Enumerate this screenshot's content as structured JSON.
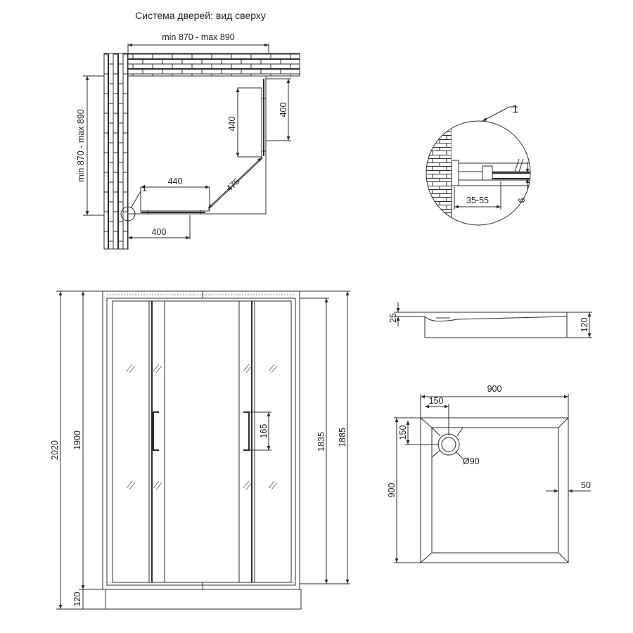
{
  "top_view": {
    "title": "Система дверей: вид сверху",
    "width_dim": "min 870 - max 890",
    "height_dim": "min 870 - max 890",
    "door_len_v": "440",
    "door_len_h": "440",
    "fixed_v": "400",
    "fixed_h": "400",
    "diagonal": "475",
    "callout": "1"
  },
  "detail": {
    "callout": "1",
    "adjust_range": "35-55",
    "glass_thickness": "6"
  },
  "front_view": {
    "overall_height": "2020",
    "frame_height": "1900",
    "tray_height": "120",
    "handle_length": "165",
    "door_height": "1835",
    "rail_height": "1885"
  },
  "tray_side": {
    "depth": "25",
    "height": "120"
  },
  "tray_top": {
    "width": "900",
    "depth": "900",
    "drain_offset_x": "150",
    "drain_offset_y": "150",
    "drain_diameter": "Ø90",
    "rim": "50"
  }
}
